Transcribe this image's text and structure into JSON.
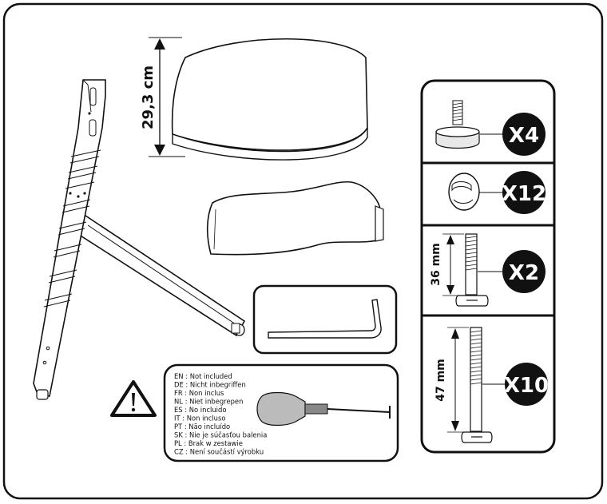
{
  "dimensions": {
    "tray_height": "29,3 cm",
    "bolt_short_length": "36 mm",
    "bolt_long_length": "47 mm"
  },
  "parts": [
    {
      "name": "foot-glide",
      "quantity": "X4"
    },
    {
      "name": "cap-nut",
      "quantity": "X12"
    },
    {
      "name": "bolt-36mm",
      "quantity": "X2"
    },
    {
      "name": "bolt-47mm",
      "quantity": "X10"
    }
  ],
  "not_included_notice": [
    "EN : Not included",
    "DE : Nicht inbegriffen",
    "FR : Non inclus",
    "NL : Niet inbegrepen",
    "ES : No incluido",
    "IT : Non incluso",
    "PT : Não incluído",
    "SK : Nie je súčasťou balenia",
    "PL : Brak w zestawie",
    "CZ : Není součástí výrobku"
  ],
  "icons": [
    "warning-icon",
    "screwdriver-icon",
    "allen-key-icon"
  ],
  "colors": {
    "line": "#111111",
    "badge": "#111111",
    "background": "#ffffff"
  }
}
